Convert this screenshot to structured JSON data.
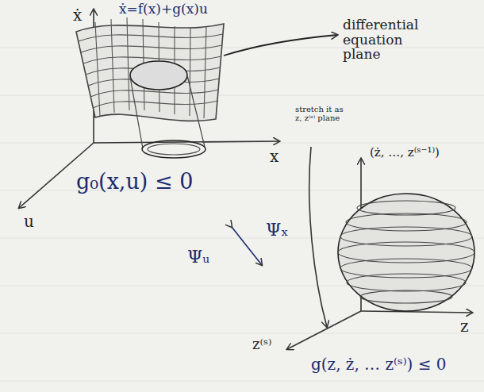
{
  "diagram": {
    "labels": [
      "ẋ",
      "ẋ=f(x)+g(x)u",
      "differential equation plane",
      "x",
      "u",
      "g₀(x,u) ≤ 0",
      "stretch it as z, z⁽ˢ⁾ plane",
      "(ż, …, z⁽ˢ⁻¹⁾)",
      "Ψₓ",
      "Ψᵤ",
      "z",
      "z⁽ˢ⁾",
      "g(z, ż, … z⁽ˢ⁾) ≤ 0"
    ]
  }
}
